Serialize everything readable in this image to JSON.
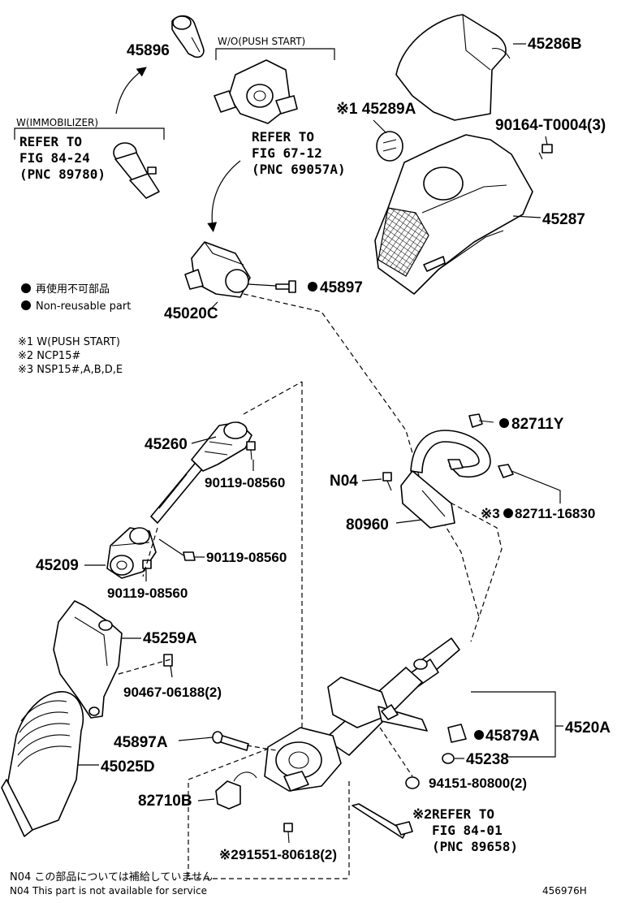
{
  "labels": {
    "p45896": "45896",
    "wo_push_start": "W/O(PUSH START)",
    "w_immobilizer": "W(IMMOBILIZER)",
    "refer_fig_84_24": "REFER TO",
    "refer_fig_84_24_line2": "FIG 84-24",
    "refer_fig_84_24_line3": "(PNC 89780)",
    "refer_fig_67_12": "REFER TO",
    "refer_fig_67_12_line2": "FIG 67-12",
    "refer_fig_67_12_line3": "(PNC 69057A)",
    "p45286B": "45286B",
    "mark1_45289A": "※1 45289A",
    "p90164": "90164-T0004(3)",
    "p45287": "45287",
    "legend_nonreusable_jp": "再使用不可部品",
    "legend_nonreusable_en": "Non-reusable part",
    "p45897": "45897",
    "p45020C": "45020C",
    "note1": "※1  W(PUSH START)",
    "note2": "※2  NCP15#",
    "note3": "※3  NSP15#,A,B,D,E",
    "p45260": "45260",
    "p90119_a": "90119-08560",
    "p90119_b": "90119-08560",
    "p90119_c": "90119-08560",
    "p45209": "45209",
    "p82711Y": "82711Y",
    "n04": "N04",
    "p80960": "80960",
    "mark3_82711_16830": "※3",
    "p82711_16830": "82711-16830",
    "p45259A": "45259A",
    "p90467": "90467-06188(2)",
    "p45897A": "45897A",
    "p45025D": "45025D",
    "p82710B": "82710B",
    "p45879A": "45879A",
    "p4520A": "4520A",
    "p45238": "45238",
    "p94151": "94151-80800(2)",
    "mark2_refer_fig_84_01": "※2",
    "refer_fig_84_01": "REFER TO",
    "refer_fig_84_01_line2": "FIG 84-01",
    "refer_fig_84_01_line3": "(PNC 89658)",
    "mark2_91551": "※2",
    "p91551": "91551-80618(2)",
    "footer_n04_jp": "N04  この部品については補給していません",
    "footer_n04_en": "N04  This part is not available for service",
    "figure_id": "456976H"
  }
}
